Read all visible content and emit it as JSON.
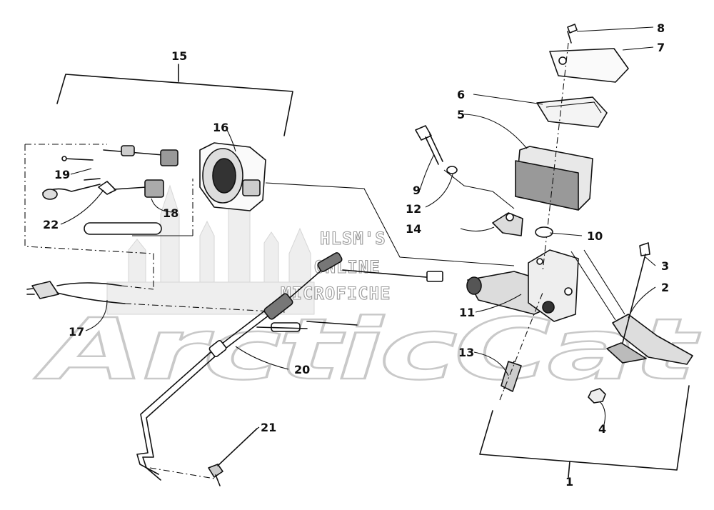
{
  "watermark": {
    "site_lines": [
      "HLSM'S",
      "ONLINE",
      "MICROFICHE"
    ],
    "logo": "ArcticCat"
  },
  "callouts": [
    {
      "label": "1"
    },
    {
      "label": "2"
    },
    {
      "label": "3"
    },
    {
      "label": "4"
    },
    {
      "label": "5"
    },
    {
      "label": "6"
    },
    {
      "label": "7"
    },
    {
      "label": "8"
    },
    {
      "label": "9"
    },
    {
      "label": "10"
    },
    {
      "label": "11"
    },
    {
      "label": "12"
    },
    {
      "label": "13"
    },
    {
      "label": "14"
    },
    {
      "label": "15"
    },
    {
      "label": "16"
    },
    {
      "label": "17"
    },
    {
      "label": "18"
    },
    {
      "label": "19"
    },
    {
      "label": "20"
    },
    {
      "label": "21"
    },
    {
      "label": "22"
    }
  ],
  "colors": {
    "ink": "#111111",
    "paper": "#ffffff",
    "watermark": "#c9c9c9"
  }
}
